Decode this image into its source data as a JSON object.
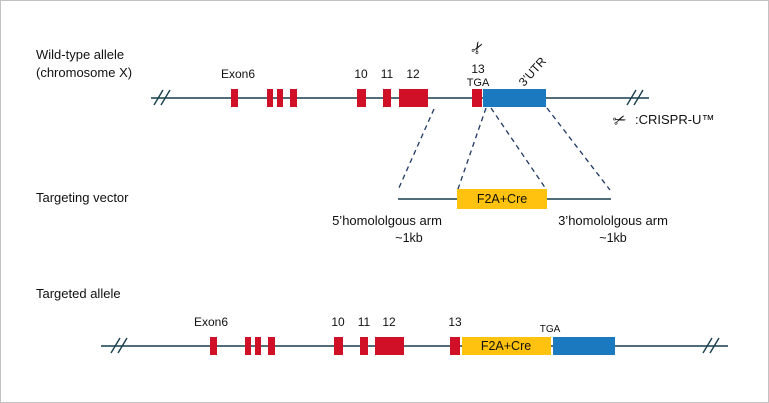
{
  "colors": {
    "red": "#d01027",
    "blue": "#1b79c0",
    "yellow": "#ffc20e",
    "line": "#173f4d",
    "dash": "#1f3864"
  },
  "icons": {
    "scissors": "✂"
  },
  "wild_type": {
    "label_line1": "Wild-type allele",
    "label_line2": "(chromosome X)",
    "exon6": "Exon6",
    "e10": "10",
    "e11": "11",
    "e12": "12",
    "e13": "13",
    "tga": "TGA",
    "utr": "3’UTR",
    "crispr": ":CRISPR-U™"
  },
  "vector": {
    "label": "Targeting vector",
    "cassette": "F2A+Cre",
    "arm5": "5’homololgous arm",
    "arm5_size": "~1kb",
    "arm3": "3’homololgous arm",
    "arm3_size": "~1kb"
  },
  "targeted": {
    "label": "Targeted allele",
    "exon6": "Exon6",
    "e10": "10",
    "e11": "11",
    "e12": "12",
    "e13": "13",
    "tga": "TGA",
    "cassette": "F2A+Cre"
  }
}
